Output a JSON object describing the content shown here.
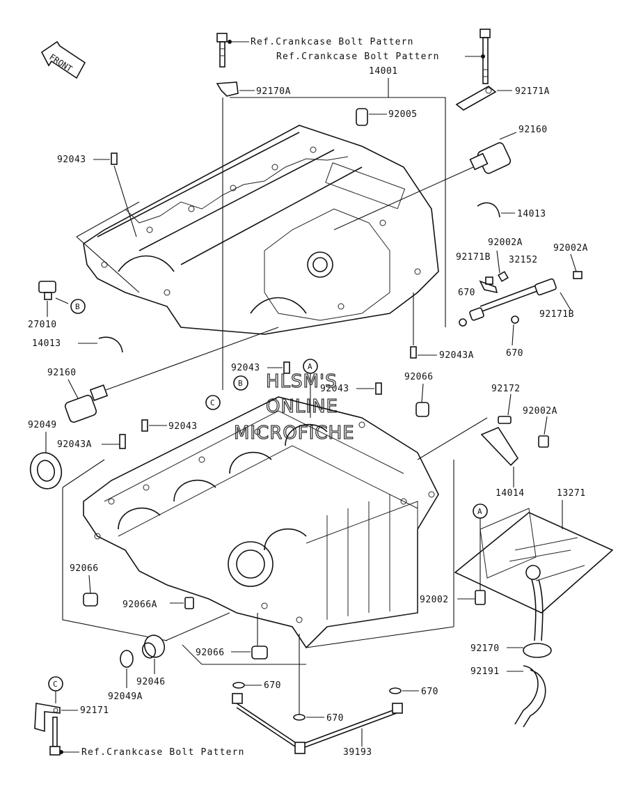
{
  "figure": {
    "front_label": "FRONT",
    "ref_notes": {
      "top_left": "Ref.Crankcase Bolt Pattern",
      "top_right": "Ref.Crankcase Bolt Pattern",
      "bottom": "Ref.Crankcase Bolt Pattern"
    },
    "watermark": [
      "HLSM'S",
      "ONLINE",
      "MICROFICHE"
    ],
    "callout_letters": [
      "A",
      "B",
      "C"
    ],
    "part_numbers": {
      "p92170A": "92170A",
      "p14001": "14001",
      "p92171A": "92171A",
      "p92005": "92005",
      "p92043_a": "92043",
      "p92160_a": "92160",
      "p14013_a": "14013",
      "p92002A_a": "92002A",
      "p92002A_b": "92002A",
      "p92171B_a": "92171B",
      "p32152": "32152",
      "p670_a": "670",
      "p92171B_b": "92171B",
      "p27010": "27010",
      "p14013_b": "14013",
      "p670_b": "670",
      "p92043A_a": "92043A",
      "p92160_b": "92160",
      "p92043_b": "92043",
      "p92043_c": "92043",
      "p92066_a": "92066",
      "p92049": "92049",
      "p92043_d": "92043",
      "p92043A_b": "92043A",
      "p92172": "92172",
      "p92002A_c": "92002A",
      "p14014": "14014",
      "p13271": "13271",
      "p92066_b": "92066",
      "p92002": "92002",
      "p92066A": "92066A",
      "p92066_c": "92066",
      "p92170": "92170",
      "p92191": "92191",
      "p92046": "92046",
      "p92049A": "92049A",
      "p670_c": "670",
      "p670_d": "670",
      "p92171": "92171",
      "p670_e": "670",
      "p39193": "39193"
    }
  }
}
